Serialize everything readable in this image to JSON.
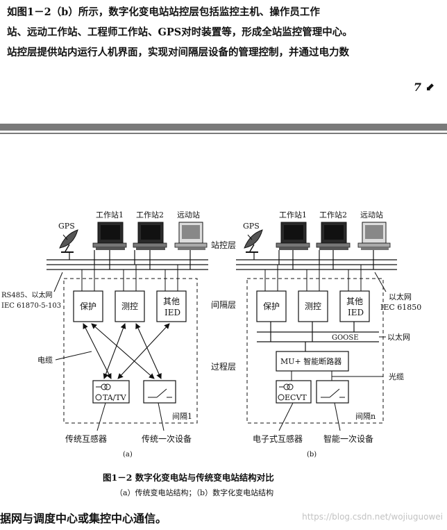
{
  "page": {
    "top_paragraph": [
      "如图1－2（b）所示，数字化变电站站控层包括监控主机、操作员工作",
      "站、远动工作站、工程师工作站、GPS对时装置等，形成全站监控管理中心。",
      "站控层提供站内运行人机界面，实现对间隔层设备的管理控制，并通过电力数"
    ],
    "page_number": "7",
    "page_mark": "⬋",
    "bottom_text": "据网与调度中心或集控中心通信。",
    "watermark": "https://blog.csdn.net/wojiuguowei"
  },
  "figure": {
    "caption": "图1－2   数字化变电站与传统变电站结构对比",
    "subcaption": "（a）传统变电站结构；（b）数字化变电站结构",
    "layers": {
      "station": "站控层",
      "bay": "间隔层",
      "process": "过程层"
    },
    "panel_a": {
      "label": "(a)",
      "gps": "GPS",
      "workstation1": "工作站1",
      "workstation2": "工作站2",
      "remote": "远动站",
      "bus_note_line1": "RS485、以太网",
      "bus_note_line2": "IEC 61870-5-103",
      "protection": "保护",
      "measure": "测控",
      "other_line1": "其他",
      "other_line2": "IED",
      "cable": "电缆",
      "ct": "TA/TV",
      "bay": "间隔1",
      "traditional_ct": "传统互感器",
      "traditional_primary": "传统一次设备"
    },
    "panel_b": {
      "label": "(b)",
      "gps": "GPS",
      "workstation1": "工作站1",
      "workstation2": "工作站2",
      "remote": "远动站",
      "bus_note_line1": "以太网",
      "bus_note_line2": "IEC 61850",
      "protection": "保护",
      "measure": "测控",
      "other_line1": "其他",
      "other_line2": "IED",
      "goose": "GOOSE",
      "goose_note": "以太网",
      "mu": "MU+ 智能断路器",
      "fiber": "光缆",
      "ecvt": "ECVT",
      "bay": "间隔n",
      "electronic_ct": "电子式互感器",
      "smart_primary": "智能一次设备"
    }
  }
}
